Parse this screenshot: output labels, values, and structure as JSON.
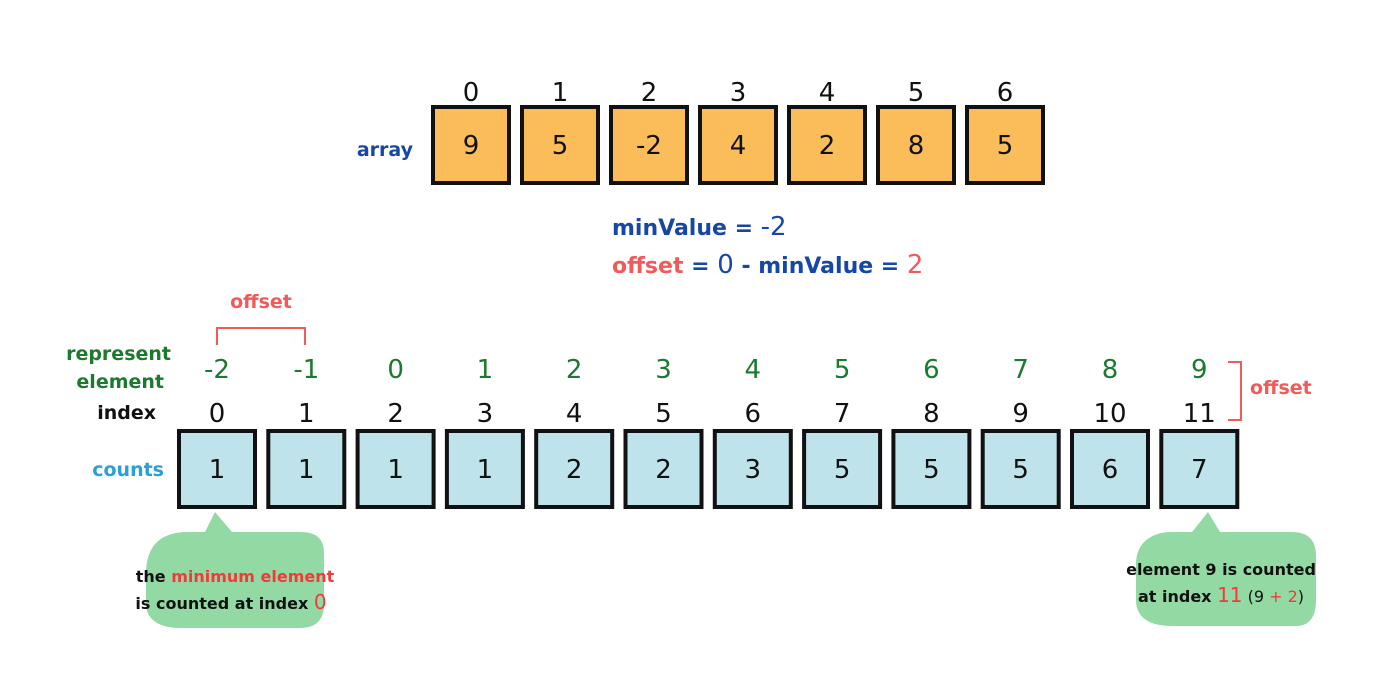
{
  "colors": {
    "array_fill": "#fbbc5a",
    "counts_fill": "#bfe3ea",
    "border": "#111111",
    "blue_label": "#1747a6",
    "green_label": "#1b7a2e",
    "counts_label": "#2a9fd8",
    "red": "#f25a5a",
    "bubble": "#93d9a3"
  },
  "array": {
    "label": "array",
    "indices": [
      "0",
      "1",
      "2",
      "3",
      "4",
      "5",
      "6"
    ],
    "values": [
      "9",
      "5",
      "-2",
      "4",
      "2",
      "8",
      "5"
    ]
  },
  "formulas": {
    "min_prefix": "minValue = ",
    "min_value": "-2",
    "offset_word": "offset",
    "offset_mid": " = ",
    "offset_zero": "0",
    "offset_rest": " - minValue = ",
    "offset_value": "2"
  },
  "counts": {
    "top_offset_label": "offset",
    "side_offset_label": "offset",
    "represent_label_line1": "represent",
    "represent_label_line2": "element",
    "index_label": "index",
    "counts_label": "counts",
    "represent": [
      "-2",
      "-1",
      "0",
      "1",
      "2",
      "3",
      "4",
      "5",
      "6",
      "7",
      "8",
      "9"
    ],
    "indices": [
      "0",
      "1",
      "2",
      "3",
      "4",
      "5",
      "6",
      "7",
      "8",
      "9",
      "10",
      "11"
    ],
    "values": [
      "1",
      "1",
      "1",
      "1",
      "2",
      "2",
      "3",
      "5",
      "5",
      "5",
      "6",
      "7"
    ]
  },
  "bubbles": {
    "left": {
      "line1_a": "the ",
      "line1_b": "minimum element",
      "line2_a": "is counted at index ",
      "line2_b": "0"
    },
    "right": {
      "line1": "element 9 is counted",
      "line2_a": "at index ",
      "line2_b": "11",
      "line2_c": " (9 ",
      "line2_d": "+ 2",
      "line2_e": ")"
    }
  }
}
